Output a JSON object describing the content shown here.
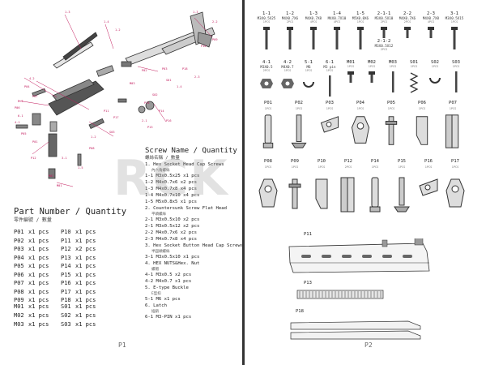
{
  "watermark": "RCK",
  "page1": {
    "page_number": "P1",
    "part_number": {
      "title": "Part Number / Quantity",
      "subtitle": "零件編號 / 數量",
      "rows": [
        [
          "P01",
          "x1 pcs",
          "P10",
          "x1 pcs"
        ],
        [
          "P02",
          "x1 pcs",
          "P11",
          "x1 pcs"
        ],
        [
          "P03",
          "x1 pcs",
          "P12",
          "x2 pcs"
        ],
        [
          "P04",
          "x1 pcs",
          "P13",
          "x1 pcs"
        ],
        [
          "P05",
          "x1 pcs",
          "P14",
          "x1 pcs"
        ],
        [
          "P06",
          "x1 pcs",
          "P15",
          "x1 pcs"
        ],
        [
          "P07",
          "x1 pcs",
          "P16",
          "x1 pcs"
        ],
        [
          "P08",
          "x1 pcs",
          "P17",
          "x1 pcs"
        ],
        [
          "P09",
          "x1 pcs",
          "P18",
          "x1 pcs"
        ]
      ],
      "rows2": [
        [
          "M01",
          "x1 pcs",
          "S01",
          "x1 pcs"
        ],
        [
          "M02",
          "x1 pcs",
          "S02",
          "x1 pcs"
        ],
        [
          "M03",
          "x1 pcs",
          "S03",
          "x1 pcs"
        ]
      ]
    },
    "screw_name": {
      "title": "Screw Name / Quantity",
      "subtitle": "螺絲名稱 / 數量",
      "lines": [
        {
          "text": "1. Hex Socket Head Cap Screws",
          "cn": "內六角螺絲"
        },
        {
          "text": "1-1 M3x0.5x25  x1 pcs"
        },
        {
          "text": "1-2 M4x0.7x6   x2 pcs"
        },
        {
          "text": "1-3 M4x0.7x8   x4 pcs"
        },
        {
          "text": "1-4 M4x0.7x10  x4 pcs"
        },
        {
          "text": "1-5 M5x0.8x5   x1 pcs"
        },
        {
          "text": "2. Countersunk Screw Flat Head",
          "cn": "平頭螺絲"
        },
        {
          "text": "2-1 M3x0.5x10  x2 pcs"
        },
        {
          "text": "2-1 M3x0.5x12  x2 pcs"
        },
        {
          "text": "2-2 M4x0.7x6   x2 pcs"
        },
        {
          "text": "2-3 M4x0.7x8   x4 pcs"
        },
        {
          "text": "3. Hex Socket Button Head Cap Screws",
          "cn": "半圓頭螺絲"
        },
        {
          "text": "3-1 M3x0.5x10   x1 pcs"
        },
        {
          "text": "4. HEX NUTS&Hex. Nut",
          "cn": "螺帽"
        },
        {
          "text": "4-1 M3x0.5  x2 pcs"
        },
        {
          "text": "4-2 M4x0.7  x1 pcs"
        },
        {
          "text": "5. E-type Buckle",
          "cn": "E型扣"
        },
        {
          "text": "5-1 M6   x1 pcs"
        },
        {
          "text": "6. Latch",
          "cn": "插銷"
        },
        {
          "text": "6-1 M3-PIN   x1 pcs"
        }
      ]
    },
    "diagram_labels": [
      "1-3",
      "1-4",
      "1-2",
      "1-3",
      "2-2",
      "P09",
      "P10",
      "P18",
      "P03",
      "P02",
      "M03",
      "S01",
      "1-4",
      "S02",
      "P15",
      "P14",
      "P16",
      "2-1",
      "P13",
      "P11",
      "P17",
      "S03",
      "1-2",
      "P08",
      "4-2",
      "P04",
      "P07",
      "2-3",
      "P06",
      "P05",
      "P01",
      "P12",
      "3-1",
      "1-5",
      "M02",
      "M01",
      "6-1",
      "4-1",
      "2-3"
    ]
  },
  "page2": {
    "page_number": "P2",
    "hardware_row1": [
      {
        "id": "1-1",
        "size": "M3X0.5X25",
        "qty": "1PCS"
      },
      {
        "id": "1-2",
        "size": "M4X0.7X6",
        "qty": "2PCS"
      },
      {
        "id": "1-3",
        "size": "M4X0.7X8",
        "qty": "4PCS"
      },
      {
        "id": "1-4",
        "size": "M4X0.7X10",
        "qty": "4PCS"
      },
      {
        "id": "1-5",
        "size": "M5X0.8X6",
        "qty": "1PCS"
      },
      {
        "id": "2-1-1",
        "size": "M3X0.5X10",
        "qty": "2PCS"
      },
      {
        "id": "2-2",
        "size": "M4X0.7X6",
        "qty": "2PCS"
      },
      {
        "id": "2-3",
        "size": "M4X0.7X8",
        "qty": "4PCS"
      },
      {
        "id": "3-1",
        "size": "M3X0.5X15",
        "qty": "1PCS"
      }
    ],
    "hardware_extra": {
      "id": "2-1-2",
      "size": "M3X0.5X12",
      "qty": "2PCS"
    },
    "hardware_row2": [
      {
        "id": "4-1",
        "size": "M3X0.5",
        "qty": "2PCS"
      },
      {
        "id": "4-2",
        "size": "M4X0.7",
        "qty": "1PCS"
      },
      {
        "id": "5-1",
        "size": "M6",
        "qty": "1PCS"
      },
      {
        "id": "6-1",
        "size": "M3 pin",
        "qty": "1PCS"
      },
      {
        "id": "M01",
        "size": "",
        "qty": "1PCS"
      },
      {
        "id": "M02",
        "size": "",
        "qty": "1PCS"
      },
      {
        "id": "M03",
        "size": "",
        "qty": "1PCS"
      },
      {
        "id": "S01",
        "size": "",
        "qty": "1PCS"
      },
      {
        "id": "S02",
        "size": "",
        "qty": "1PCS"
      },
      {
        "id": "S03",
        "size": "",
        "qty": "1PCS"
      }
    ],
    "parts_row1": [
      {
        "id": "P01",
        "qty": "1PCS"
      },
      {
        "id": "P02",
        "qty": "1PCS"
      },
      {
        "id": "P03",
        "qty": "1PCS"
      },
      {
        "id": "P04",
        "qty": "1PCS"
      },
      {
        "id": "P05",
        "qty": "1PCS"
      },
      {
        "id": "P06",
        "qty": "1PCS"
      },
      {
        "id": "P07",
        "qty": "1PCS"
      }
    ],
    "parts_row2": [
      {
        "id": "P08",
        "qty": "1PCS"
      },
      {
        "id": "P09",
        "qty": "1PCS"
      },
      {
        "id": "P10",
        "qty": "1PCS"
      },
      {
        "id": "P12",
        "qty": "2PCS"
      },
      {
        "id": "P14",
        "qty": "1PCS"
      },
      {
        "id": "P15",
        "qty": "1PCS"
      },
      {
        "id": "P16",
        "qty": "1PCS"
      },
      {
        "id": "P17",
        "qty": "1PCS"
      }
    ],
    "big_parts": [
      {
        "id": "P11",
        "qty": "1PCS"
      },
      {
        "id": "P13",
        "qty": "1PCS"
      },
      {
        "id": "P18",
        "qty": "1PCS"
      }
    ]
  }
}
